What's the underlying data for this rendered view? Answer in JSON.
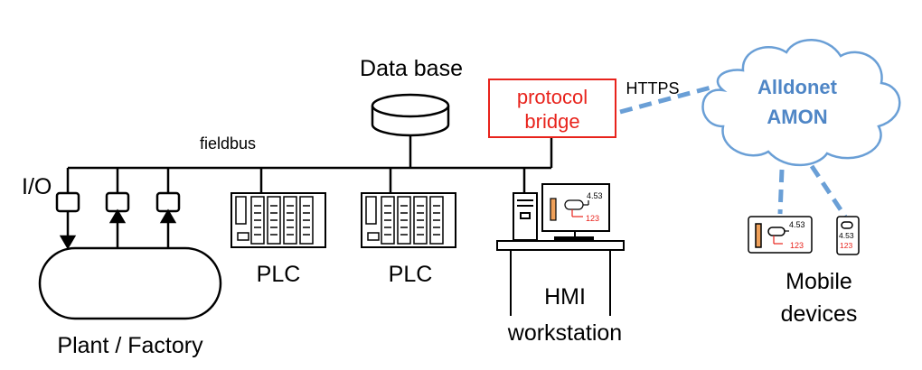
{
  "labels": {
    "database": "Data base",
    "fieldbus": "fieldbus",
    "io": "I/O",
    "plant": "Plant / Factory",
    "plc1": "PLC",
    "plc2": "PLC",
    "hmi_line1": "HMI",
    "hmi_line2": "workstation",
    "bridge_line1": "protocol",
    "bridge_line2": "bridge",
    "https": "HTTPS",
    "cloud_line1": "Alldonet",
    "cloud_line2": "AMON",
    "mobile_line1": "Mobile",
    "mobile_line2": "devices"
  },
  "screen": {
    "value": "4.53",
    "count": "123"
  },
  "colors": {
    "line": "#000000",
    "bridge": "#e8231c",
    "cloud": "#6a9fd6",
    "cloud_text": "#4f86c6",
    "tank_fill": "#f0a15a",
    "count_text": "#e8231c"
  }
}
